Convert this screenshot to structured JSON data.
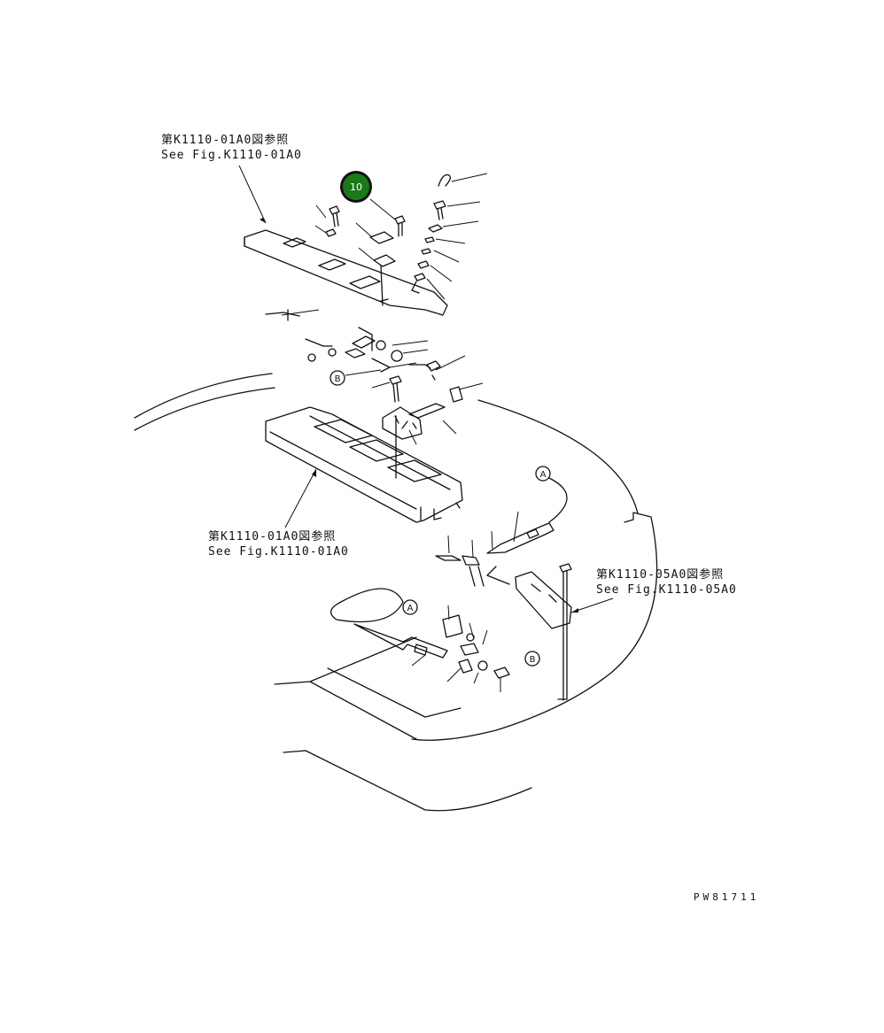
{
  "references": [
    {
      "jp": "第K1110-01A0図参照",
      "en": "See Fig.K1110-01A0"
    },
    {
      "jp": "第K1110-01A0図参照",
      "en": "See Fig.K1110-01A0"
    },
    {
      "jp": "第K1110-05A0図参照",
      "en": "See Fig.K1110-05A0"
    }
  ],
  "highlight": {
    "number": "10",
    "color": "#1a7a1a"
  },
  "connection_labels": [
    "A",
    "A",
    "B",
    "B"
  ],
  "drawing_code": "PW81711"
}
